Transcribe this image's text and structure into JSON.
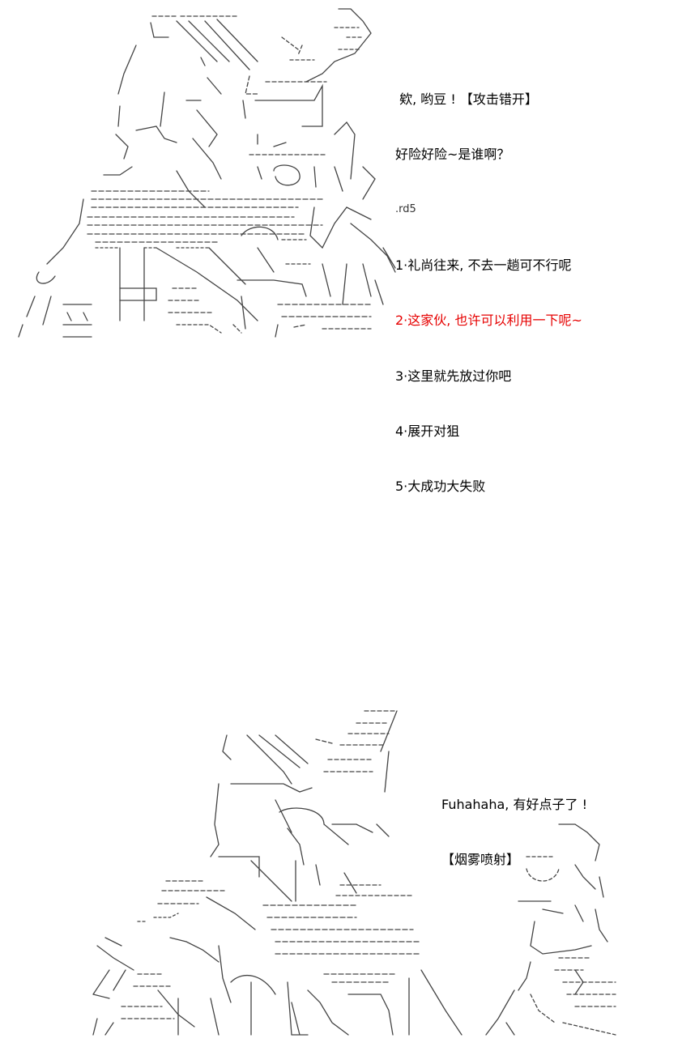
{
  "panel1": {
    "lines": [
      " 欸, 哟豆 ! 【攻击错开】",
      "好险好险~是谁啊？",
      ".rd5",
      "1·礼尚往来, 不去一趟可不行呢",
      "2·这家伙, 也许可以利用一下呢~",
      "3·这里就先放过你吧",
      "4·展开对狙",
      "5·大成功大失败"
    ],
    "highlight_color": "#e60000"
  },
  "panel2": {
    "lines": [
      "Fuhahaha, 有好点子了 !",
      "【烟雾喷射】"
    ]
  }
}
